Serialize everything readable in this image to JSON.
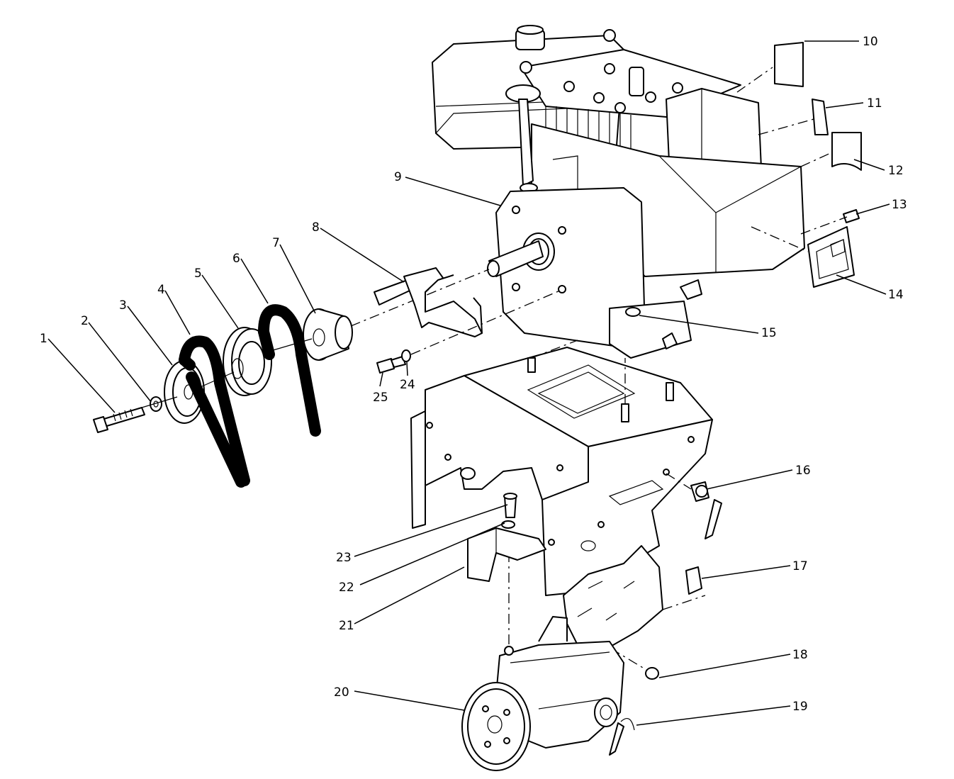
{
  "callouts": [
    {
      "id": "1",
      "label": "1"
    },
    {
      "id": "2",
      "label": "2"
    },
    {
      "id": "3",
      "label": "3"
    },
    {
      "id": "4",
      "label": "4"
    },
    {
      "id": "5",
      "label": "5"
    },
    {
      "id": "6",
      "label": "6"
    },
    {
      "id": "7",
      "label": "7"
    },
    {
      "id": "8",
      "label": "8"
    },
    {
      "id": "9",
      "label": "9"
    },
    {
      "id": "10",
      "label": "10"
    },
    {
      "id": "11",
      "label": "11"
    },
    {
      "id": "12",
      "label": "12"
    },
    {
      "id": "13",
      "label": "13"
    },
    {
      "id": "14",
      "label": "14"
    },
    {
      "id": "15",
      "label": "15"
    },
    {
      "id": "16",
      "label": "16"
    },
    {
      "id": "17",
      "label": "17"
    },
    {
      "id": "18",
      "label": "18"
    },
    {
      "id": "19",
      "label": "19"
    },
    {
      "id": "20",
      "label": "20"
    },
    {
      "id": "21",
      "label": "21"
    },
    {
      "id": "22",
      "label": "22"
    },
    {
      "id": "23",
      "label": "23"
    },
    {
      "id": "24",
      "label": "24"
    },
    {
      "id": "25",
      "label": "25"
    }
  ]
}
